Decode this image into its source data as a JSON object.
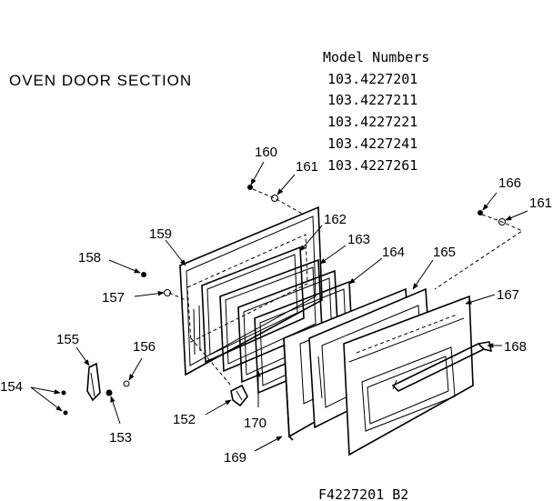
{
  "diagram": {
    "title": "OVEN DOOR SECTION",
    "models_heading": "Model Numbers",
    "models": [
      "103.4227201",
      "103.4227211",
      "103.4227221",
      "103.4227241",
      "103.4227261"
    ],
    "drawing_number": "F4227201 B2",
    "parts": {
      "p152": "152",
      "p153": "153",
      "p154": "154",
      "p155": "155",
      "p156": "156",
      "p157": "157",
      "p158": "158",
      "p159": "159",
      "p160": "160",
      "p161a": "161",
      "p161b": "161",
      "p162": "162",
      "p163": "163",
      "p164": "164",
      "p165": "165",
      "p166": "166",
      "p167": "167",
      "p168": "168",
      "p169": "169",
      "p170": "170"
    }
  }
}
